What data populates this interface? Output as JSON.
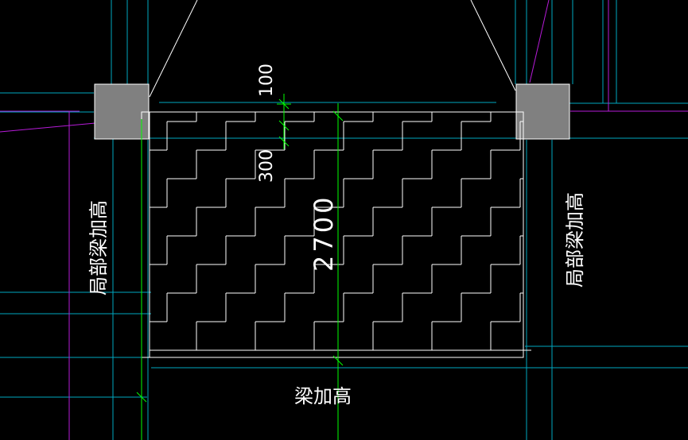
{
  "drawing": {
    "background_color": "#000000",
    "colors": {
      "line_white": "#ffffff",
      "line_cyan": "#00a7c0",
      "line_magenta": "#b61bd8",
      "line_green": "#00ff00",
      "column_fill": "#808080",
      "text": "#ffffff"
    },
    "dimensions": {
      "top_offset": "100",
      "step_gap": "300",
      "stair_height": "2700"
    },
    "labels": {
      "left_beam_note": "局部梁加高",
      "right_beam_note": "局部梁加高",
      "bottom_beam_note": "梁加高"
    }
  }
}
